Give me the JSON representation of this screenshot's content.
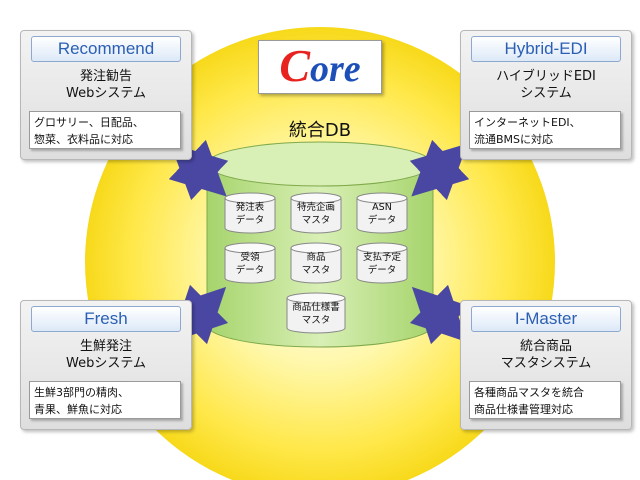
{
  "colors": {
    "core_red": "#e8231f",
    "core_blue": "#1c4fb8",
    "tag_text": "#2a5fb3",
    "arrow": "#4a47a3",
    "db_green": "#b9df85",
    "sun_yellow": "#ffe84a"
  },
  "core": {
    "logo_first": "C",
    "logo_rest": "ore",
    "db_title": "統合DB"
  },
  "modules": {
    "recommend": {
      "name": "Recommend",
      "subtitle": [
        "発注勧告",
        "Webシステム"
      ],
      "description": [
        "グロサリー、日配品、",
        "惣菜、衣料品に対応"
      ]
    },
    "hybrid_edi": {
      "name": "Hybrid-EDI",
      "subtitle": [
        "ハイブリッドEDI",
        "システム"
      ],
      "description": [
        "インターネットEDI、",
        "流通BMSに対応"
      ]
    },
    "fresh": {
      "name": "Fresh",
      "subtitle": [
        "生鮮発注",
        "Webシステム"
      ],
      "description": [
        "生鮮3部門の精肉、",
        "青果、鮮魚に対応"
      ]
    },
    "i_master": {
      "name": "I-Master",
      "subtitle": [
        "統合商品",
        "マスタシステム"
      ],
      "description": [
        "各種商品マスタを統合",
        "商品仕様書管理対応"
      ]
    }
  },
  "tables": [
    {
      "label": "発注表\nデータ"
    },
    {
      "label": "特売企画\nマスタ"
    },
    {
      "label": "ASN\nデータ"
    },
    {
      "label": "受領\nデータ"
    },
    {
      "label": "商品\nマスタ"
    },
    {
      "label": "支払予定\nデータ"
    },
    {
      "label": "商品仕様書\nマスタ"
    }
  ]
}
